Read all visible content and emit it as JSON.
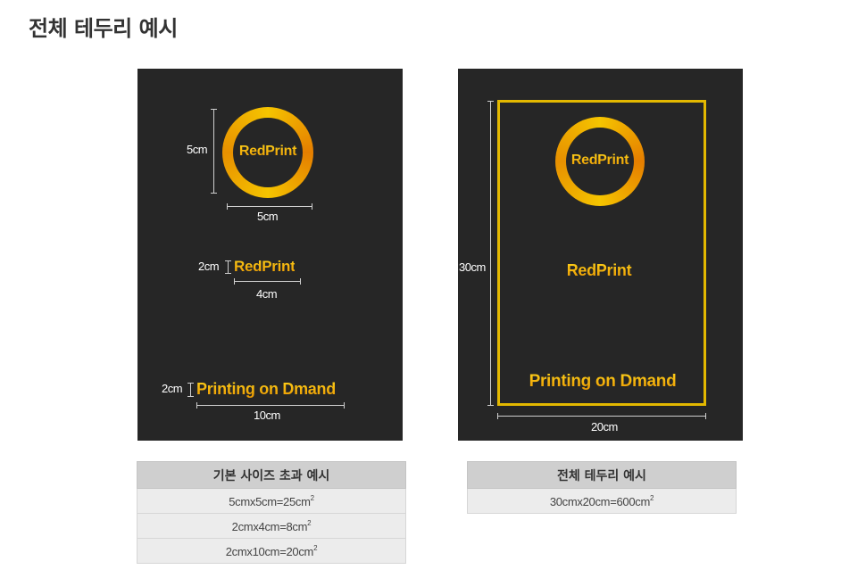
{
  "title": "전체 테두리 예시",
  "left_panel": {
    "circle_logo_text": "RedPrint",
    "circle_height_label": "5cm",
    "circle_width_label": "5cm",
    "small_logo_text": "RedPrint",
    "small_height_label": "2cm",
    "small_width_label": "4cm",
    "wide_logo_text": "Printing on Dmand",
    "wide_height_label": "2cm",
    "wide_width_label": "10cm"
  },
  "right_panel": {
    "circle_logo_text": "RedPrint",
    "middle_logo_text": "RedPrint",
    "bottom_logo_text": "Printing on Dmand",
    "height_label": "30cm",
    "width_label": "20cm"
  },
  "left_table": {
    "header": "기본 사이즈 초과 예시",
    "rows": [
      {
        "text": "5cmx5cm=25cm",
        "sup": "2"
      },
      {
        "text": "2cmx4cm=8cm",
        "sup": "2"
      },
      {
        "text": "2cmx10cm=20cm",
        "sup": "2"
      }
    ]
  },
  "right_table": {
    "header": "전체 테두리 예시",
    "rows": [
      {
        "text": "30cmx20cm=600cm",
        "sup": "2"
      }
    ]
  },
  "colors": {
    "panel_bg": "#262626",
    "logo_gold": "#f2b600",
    "frame_gold": "#e3b800",
    "table_header_bg": "#cfcfcf",
    "table_row_bg": "#ececec"
  }
}
